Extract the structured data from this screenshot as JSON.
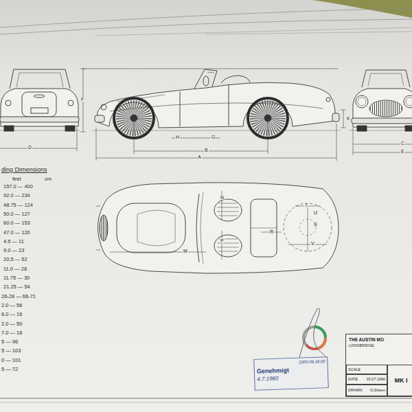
{
  "diagram": {
    "nodes": [
      {
        "text": [
          "THE AUSTIN MO",
          "LONGBRIDGE,"
        ]
      },
      {
        "text": [
          "SCALE"
        ],
        "in": 0
      },
      {
        "text": [
          "DATE",
          "15.07.1960"
        ],
        "in": 0
      },
      {
        "text": [
          "DRAWN",
          "O.Zissen"
        ],
        "in": 0
      },
      {
        "text": [
          "MK I"
        ],
        "in": 0
      },
      {
        "text": [
          "2000.09.18.00",
          "Genehmigt",
          "4.7.1960"
        ]
      }
    ],
    "edges": [],
    "labels": [
      "ding Dimensions",
      "feet",
      "cm",
      "157.0 — 400",
      "92.0 — 234",
      "48.75 — 124",
      "50.0 — 127",
      "60.0 — 153",
      "47.0 — 120",
      "4.5 — 11",
      "9.0 — 23",
      "20.5 — 52",
      "11.0 — 28",
      "11.75 — 30",
      "21.25 — 54",
      "26-28 — 66-71",
      "2.0 — 56",
      "6.0 — 16",
      "2.0 — 50",
      "7.0 — 18",
      "5 — 96",
      "5 — 103",
      "0 — 101",
      "5 — 72",
      "A",
      "B",
      "G",
      "H",
      "K",
      "F",
      "D",
      "C",
      "E",
      "M",
      "N",
      "P",
      "R",
      "T",
      "U",
      "S",
      "V"
    ]
  }
}
